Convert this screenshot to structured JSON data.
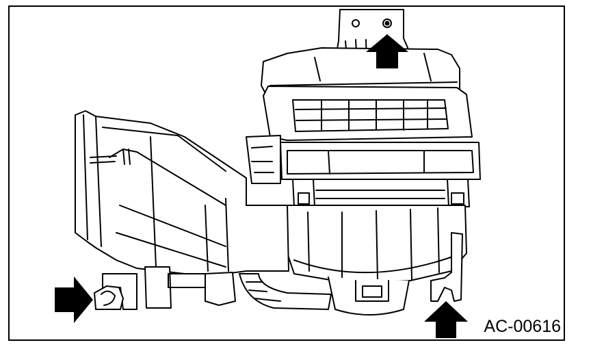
{
  "figure": {
    "code": "AC-00616"
  },
  "colors": {
    "line": "#000000",
    "background": "#ffffff"
  },
  "arrows": [
    {
      "name": "arrow-up-top-bracket",
      "direction": "up"
    },
    {
      "name": "arrow-right-left-bracket",
      "direction": "right"
    },
    {
      "name": "arrow-up-bottom-right-bracket",
      "direction": "up"
    }
  ]
}
